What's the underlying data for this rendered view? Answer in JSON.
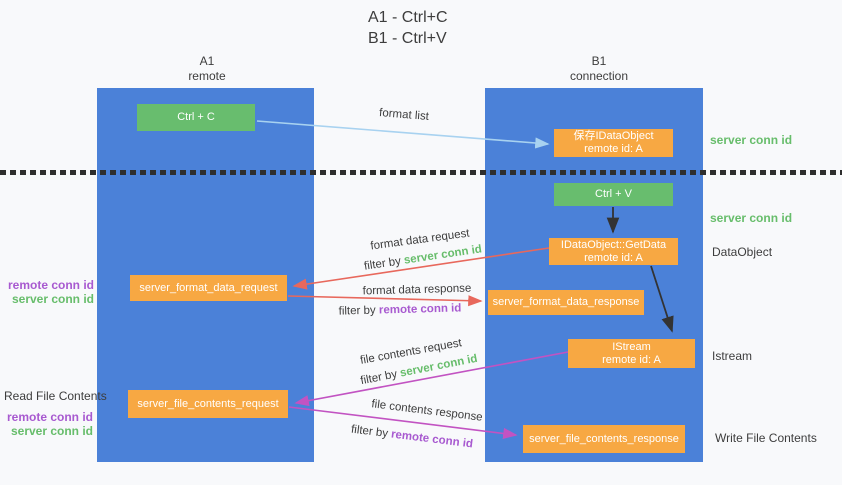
{
  "title": {
    "line1": "A1 - Ctrl+C",
    "line2": "B1 - Ctrl+V"
  },
  "columns": {
    "a1": {
      "name": "A1",
      "role": "remote"
    },
    "b1": {
      "name": "B1",
      "role": "connection"
    }
  },
  "nodes": {
    "ctrl_c": {
      "label": "Ctrl + C"
    },
    "ctrl_v": {
      "label": "Ctrl + V"
    },
    "save_idataobject": {
      "line1": "保存IDataObject",
      "line2": "remote id: A"
    },
    "getdata": {
      "line1": "IDataObject::GetData",
      "line2": "remote id: A"
    },
    "istream": {
      "line1": "IStream",
      "line2": "remote id: A"
    },
    "server_format_data_request": {
      "label": "server_format_data_request"
    },
    "server_format_data_response": {
      "label": "server_format_data_response"
    },
    "server_file_contents_request": {
      "label": "server_file_contents_request"
    },
    "server_file_contents_response": {
      "label": "server_file_contents_response"
    }
  },
  "side_labels": {
    "right": {
      "server_conn_id_top": "server conn id",
      "server_conn_id_mid": "server conn id",
      "dataobject": "DataObject",
      "istream": "Istream",
      "write_file_contents": "Write File Contents"
    },
    "left": {
      "format_block": {
        "remote_conn_id": "remote conn id",
        "server_conn_id": "server conn id"
      },
      "file_block": {
        "read_file_contents": "Read File Contents",
        "remote_conn_id": "remote conn id",
        "server_conn_id": "server conn id"
      }
    }
  },
  "arrow_labels": {
    "format_list": "format list",
    "format_data_request": "format data request",
    "format_data_response": "format data response",
    "file_contents_request": "file contents request",
    "file_contents_response": "file contents response",
    "filter_by": "filter by ",
    "server_conn_id": "server conn id",
    "remote_conn_id": "remote conn id"
  },
  "colors": {
    "column_blue": "#4b81d8",
    "node_orange": "#f7a843",
    "node_green": "#68bd6e",
    "arrow_blue": "#a8d2f0",
    "arrow_red": "#e8685c",
    "arrow_magenta": "#c253c2",
    "arrow_black": "#333333",
    "label_green": "#67bd6b",
    "label_purple": "#a85ad0",
    "text_dark": "#3d3d3d",
    "background": "#f8f9fb"
  }
}
